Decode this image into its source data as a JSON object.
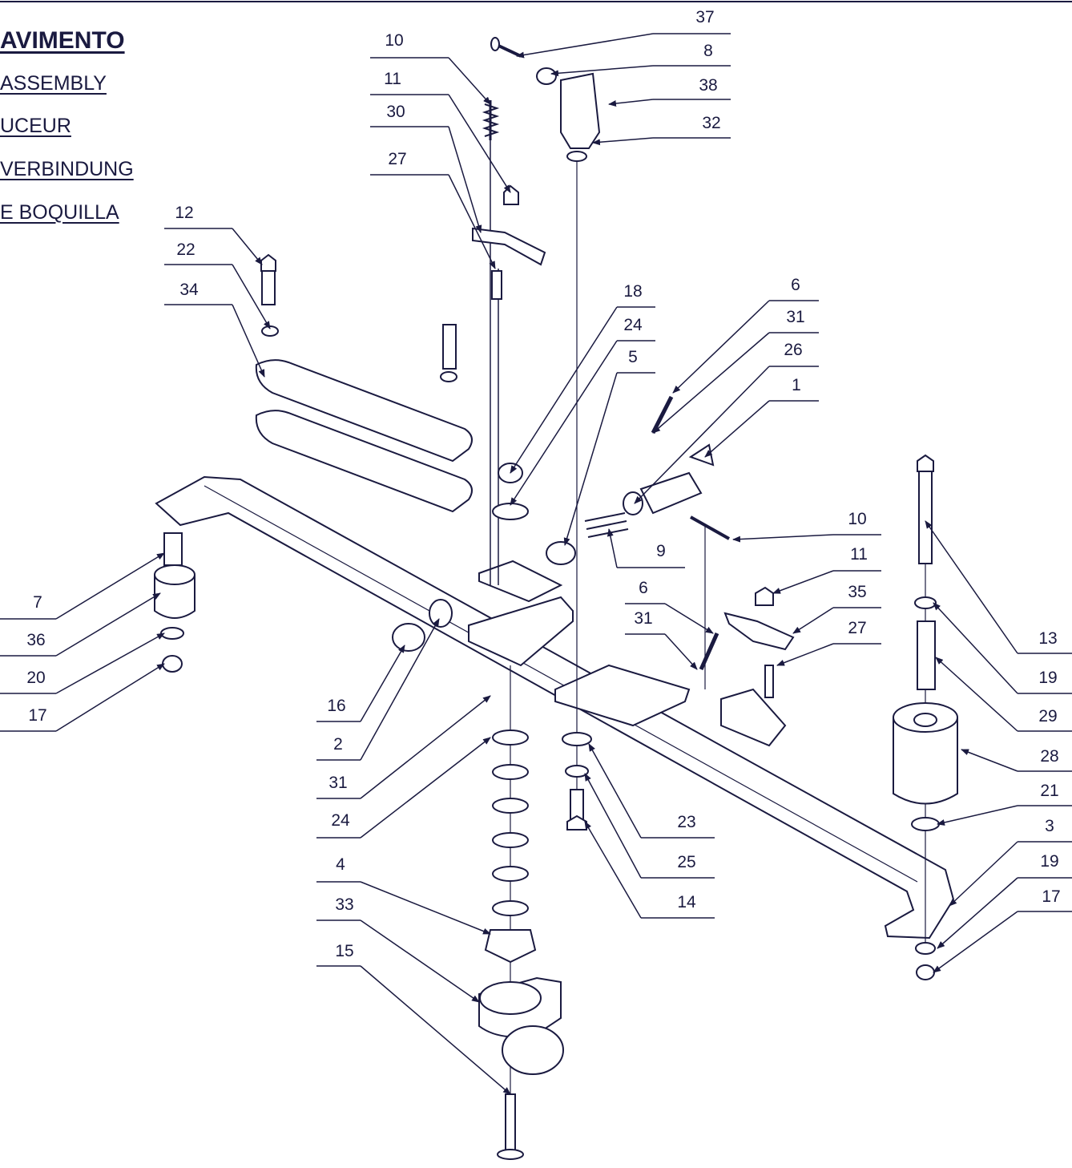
{
  "titles": {
    "line1": "AVIMENTO",
    "line2": "ASSEMBLY",
    "line3": "UCEUR",
    "line4": "VERBINDUNG",
    "line5": "E BOQUILLA"
  },
  "callouts": [
    "37",
    "8",
    "38",
    "32",
    "10",
    "11",
    "30",
    "27",
    "12",
    "22",
    "34",
    "18",
    "24",
    "5",
    "6",
    "31",
    "26",
    "1",
    "9",
    "10",
    "11",
    "35",
    "27",
    "6",
    "31",
    "13",
    "19",
    "29",
    "28",
    "21",
    "3",
    "19",
    "17",
    "7",
    "36",
    "20",
    "17",
    "16",
    "2",
    "31",
    "24",
    "4",
    "33",
    "15",
    "23",
    "25",
    "14"
  ],
  "colors": {
    "ink": "#1a1a40",
    "background": "#ffffff"
  }
}
